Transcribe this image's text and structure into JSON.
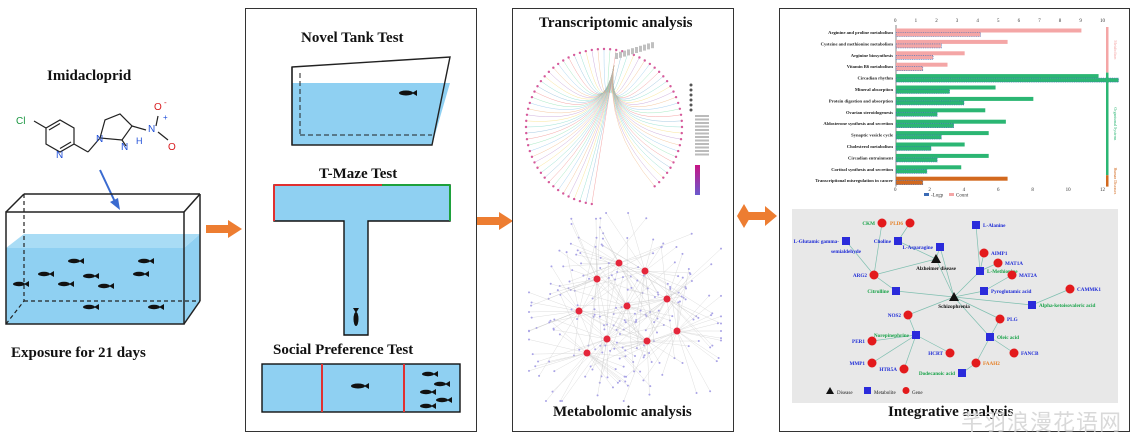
{
  "exposure": {
    "compound": "Imidacloprid",
    "duration_label": "Exposure for 21 days",
    "atoms": {
      "cl": "Cl",
      "n1": "N",
      "n2": "N",
      "n3": "N",
      "nh": "N",
      "h": "H",
      "o1": "O",
      "o2": "O",
      "minus": "-",
      "plus": "+"
    }
  },
  "behavior": {
    "tests": [
      "Novel Tank Test",
      "T-Maze Test",
      "Social Preference Test"
    ]
  },
  "omics": {
    "transcriptomic_title": "Transcriptomic analysis",
    "metabolomic_title": "Metabolomic analysis"
  },
  "integrative": {
    "title": "Integrative analysis",
    "bar_chart": {
      "x_ticks": [
        "0",
        "1",
        "2",
        "3",
        "4",
        "5",
        "6",
        "7",
        "8",
        "9",
        "10"
      ],
      "x_ticks_bottom": [
        "0",
        "2",
        "4",
        "6",
        "8",
        "10",
        "12"
      ],
      "categories": [
        "Arginine and proline metabolism",
        "Cysteine and methionine metabolism",
        "Arginine biosynthesis",
        "Vitamin B6 metabolism",
        "Circadian rhythm",
        "Mineral absorption",
        "Protein digestion and absorption",
        "Ovarian steroidogenesis",
        "Aldosterone synthesis and secretion",
        "Synaptic vesicle cycle",
        "Cholesterol metabolism",
        "Circadian entrainment",
        "Cortisol synthesis and secretion",
        "Transcriptional misregulation in cancer"
      ],
      "neglogp": [
        4.1,
        2.2,
        1.8,
        1.3,
        10.8,
        2.6,
        3.3,
        2.0,
        2.8,
        2.2,
        1.7,
        2.0,
        1.5,
        1.3
      ],
      "count": [
        10.8,
        6.5,
        4.0,
        3.0,
        11.8,
        5.8,
        8.0,
        5.2,
        6.4,
        5.4,
        4.0,
        5.4,
        3.8,
        6.5
      ],
      "groups": [
        "Metabolism",
        "Organismal Systems",
        "Human Diseases"
      ],
      "legend": [
        "-Logp",
        "Count"
      ],
      "colors": {
        "metabolism": "#f4a6a6",
        "organismal": "#2bb673",
        "disease": "#d2691e"
      }
    },
    "network": {
      "nodes": [
        {
          "label": "CKM",
          "type": "gene",
          "color": "green"
        },
        {
          "label": "PLD6",
          "type": "gene",
          "color": "orange"
        },
        {
          "label": "Choline",
          "type": "metabolite",
          "color": "blue"
        },
        {
          "label": "L-Alanine",
          "type": "metabolite",
          "color": "blue"
        },
        {
          "label": "L-Glutamic gamma-",
          "type": "metabolite",
          "color": "blue"
        },
        {
          "label": "semialdehyde",
          "type": "metabolite",
          "color": "blue"
        },
        {
          "label": "L-Asparagine",
          "type": "metabolite",
          "color": "blue"
        },
        {
          "label": "AIMP1",
          "type": "gene",
          "color": "blue"
        },
        {
          "label": "MAT1A",
          "type": "gene",
          "color": "blue"
        },
        {
          "label": "ARG2",
          "type": "gene",
          "color": "blue"
        },
        {
          "label": "Alzheimer disease",
          "type": "disease",
          "color": "black"
        },
        {
          "label": "L-Methionine",
          "type": "metabolite",
          "color": "green"
        },
        {
          "label": "MAT2A",
          "type": "gene",
          "color": "blue"
        },
        {
          "label": "CAMMK1",
          "type": "gene",
          "color": "blue"
        },
        {
          "label": "Citrulline",
          "type": "metabolite",
          "color": "green"
        },
        {
          "label": "Pyroglutamic acid",
          "type": "metabolite",
          "color": "blue"
        },
        {
          "label": "Schizophrenia",
          "type": "disease",
          "color": "black"
        },
        {
          "label": "Alpha-ketoisovaleric acid",
          "type": "metabolite",
          "color": "green"
        },
        {
          "label": "NOS2",
          "type": "gene",
          "color": "blue"
        },
        {
          "label": "PLG",
          "type": "gene",
          "color": "blue"
        },
        {
          "label": "Norepinephrine",
          "type": "metabolite",
          "color": "green"
        },
        {
          "label": "Oleic acid",
          "type": "metabolite",
          "color": "green"
        },
        {
          "label": "PER1",
          "type": "gene",
          "color": "blue"
        },
        {
          "label": "HCRT",
          "type": "gene",
          "color": "blue"
        },
        {
          "label": "FANCB",
          "type": "gene",
          "color": "blue"
        },
        {
          "label": "MMP1",
          "type": "gene",
          "color": "blue"
        },
        {
          "label": "HTR5A",
          "type": "gene",
          "color": "blue"
        },
        {
          "label": "FAAH2",
          "type": "gene",
          "color": "orange"
        },
        {
          "label": "Dodecanoic acid",
          "type": "metabolite",
          "color": "green"
        }
      ],
      "legend": [
        "Disease",
        "Metabolite",
        "Gene"
      ]
    }
  },
  "watermark": "芊羽浪漫花语网"
}
